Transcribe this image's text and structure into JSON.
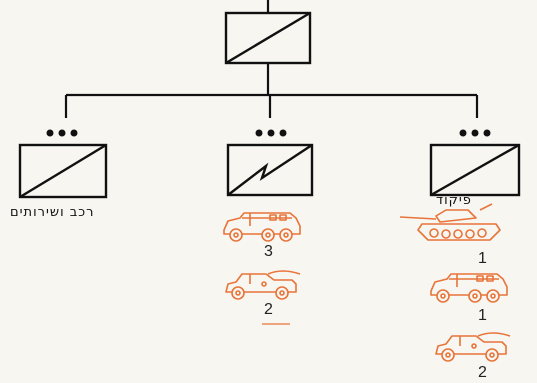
{
  "diagram": {
    "headquarters": {
      "symbol": "unit-box"
    },
    "subunits": [
      {
        "id": "left",
        "label": "רכב ושירותים",
        "symbol": "unit-box",
        "dots": 3
      },
      {
        "id": "middle",
        "label": "",
        "symbol": "unit-box-signal",
        "dots": 3
      },
      {
        "id": "right",
        "label": "פיקוד",
        "symbol": "unit-box",
        "dots": 3
      }
    ],
    "vehicles": [
      {
        "column": "middle",
        "icon": "armored-car-icon",
        "count": "3"
      },
      {
        "column": "middle",
        "icon": "jeep-icon",
        "count": "2"
      },
      {
        "column": "right",
        "icon": "tank-icon",
        "count": "1"
      },
      {
        "column": "right",
        "icon": "armored-car-icon",
        "count": "1"
      },
      {
        "column": "right",
        "icon": "jeep-icon",
        "count": "2"
      }
    ],
    "colors": {
      "line": "#111111",
      "vehicle": "#e8743a"
    }
  }
}
